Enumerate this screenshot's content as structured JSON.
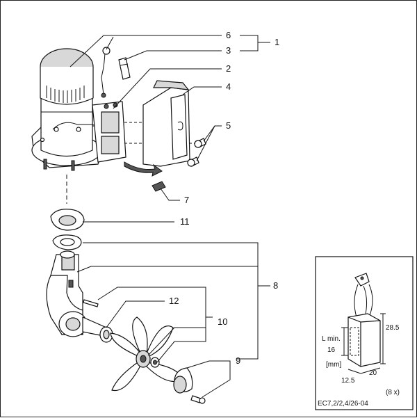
{
  "diagram": {
    "callouts": [
      "1",
      "2",
      "3",
      "4",
      "5",
      "6",
      "7",
      "8",
      "9",
      "10",
      "11",
      "12"
    ],
    "inset": {
      "dims": {
        "height": "28.5",
        "lmin_label": "L min.",
        "lmin_value": "16",
        "unit": "[mm]",
        "width1": "12.5",
        "width2": "20"
      },
      "qty": "(8 x)",
      "ref_code": "EC7,2/2,4/26-04"
    }
  }
}
